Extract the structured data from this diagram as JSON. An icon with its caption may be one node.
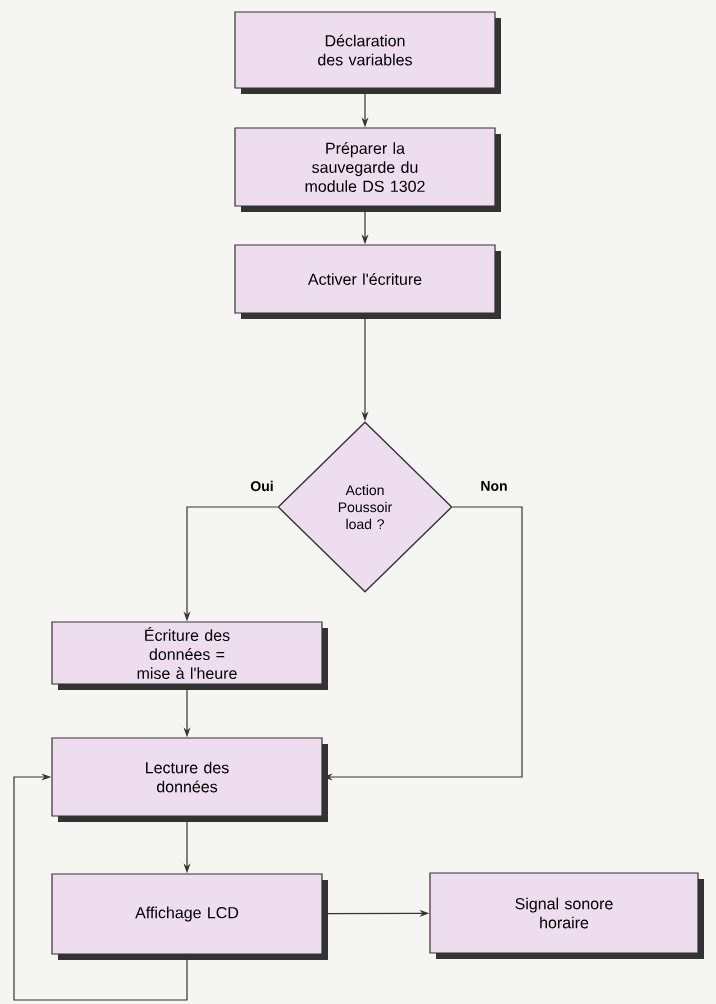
{
  "diagram": {
    "nodes": [
      {
        "text": [
          "Déclaration des variables"
        ]
      },
      {
        "text": [
          "Préparer la sauvegarde du module DS 1302"
        ]
      },
      {
        "text": [
          "Activer l'écriture"
        ]
      },
      {
        "text": [
          "Action Poussoir load ?"
        ]
      },
      {
        "text": [
          "Écriture des données = mise à l'heure"
        ]
      },
      {
        "text": [
          "Lecture des données"
        ]
      },
      {
        "text": [
          "Affichage LCD"
        ]
      },
      {
        "text": [
          "Signal sonore horaire"
        ]
      }
    ],
    "edges": [
      {
        "from": 0,
        "to": 1,
        "arrow": "to"
      },
      {
        "from": 1,
        "to": 2,
        "arrow": "to"
      },
      {
        "from": 2,
        "to": 3,
        "arrow": "to"
      },
      {
        "from": 3,
        "to": 4,
        "arrow": "to",
        "label": "Oui"
      },
      {
        "from": 3,
        "to": 5,
        "arrow": "to",
        "label": "Non"
      },
      {
        "from": 4,
        "to": 5,
        "arrow": "to"
      },
      {
        "from": 5,
        "to": 6,
        "arrow": "to"
      },
      {
        "from": 6,
        "to": 7,
        "arrow": "to"
      },
      {
        "from": 6,
        "to": 5,
        "arrow": "to"
      }
    ]
  }
}
